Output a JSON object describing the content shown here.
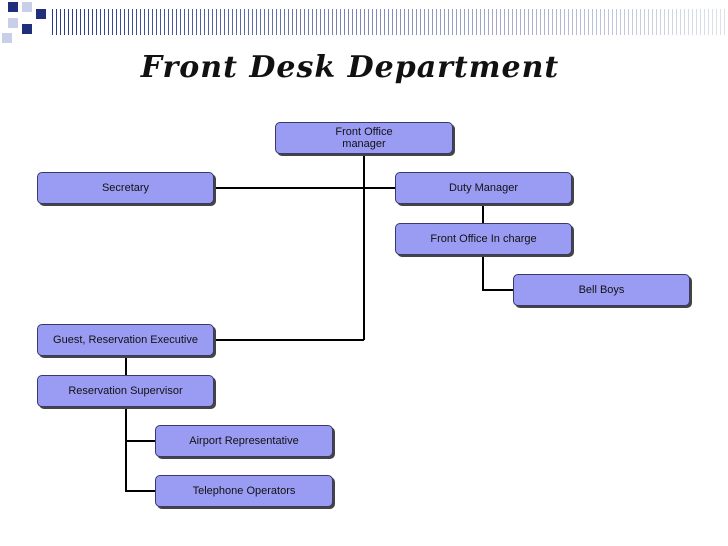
{
  "slide": {
    "title": "Front Desk Department"
  },
  "nodes": {
    "front_office_manager": "Front Office\nmanager",
    "secretary": "Secretary",
    "duty_manager": "Duty Manager",
    "front_office_in_charge": "Front Office In charge",
    "bell_boys": "Bell Boys",
    "guest_reservation_executive": "Guest, Reservation Executive",
    "reservation_supervisor": "Reservation Supervisor",
    "airport_representative": "Airport Representative",
    "telephone_operators": "Telephone Operators"
  },
  "colors": {
    "node_fill": "#9a9cf4",
    "connector": "#000000",
    "accent": "#1f2f7a"
  }
}
